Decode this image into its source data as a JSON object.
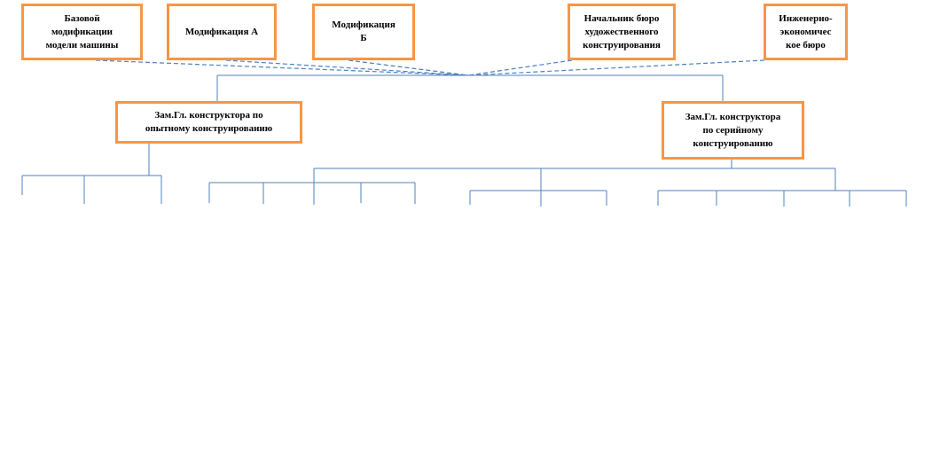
{
  "diagram": {
    "colors": {
      "box_border": "#f79646",
      "connector": "#4f81bd",
      "text": "#000000",
      "background": "#ffffff"
    },
    "top_nodes": [
      {
        "id": "base",
        "label": "Базовой\nмодификации\nмодели машины"
      },
      {
        "id": "mod_a",
        "label": "Модификация А"
      },
      {
        "id": "mod_b",
        "label": "Модификация\nБ"
      },
      {
        "id": "art_bureau",
        "label": "Начальник бюро\nхудожественного\nконструирования"
      },
      {
        "id": "econ_bureau",
        "label": "Инженерно-\nэкономичес\nкое бюро"
      }
    ],
    "deputies": [
      {
        "id": "deputy_experimental",
        "label": "Зам.Гл. конструктора по\nопытному конструированию"
      },
      {
        "id": "deputy_serial",
        "label": "Зам.Гл. конструктора\nпо серийному\nконструированию"
      }
    ],
    "connectors": {
      "dashed_links": "top nodes to central hub",
      "solid_links": "hub to deputies and subordinate branches"
    }
  }
}
